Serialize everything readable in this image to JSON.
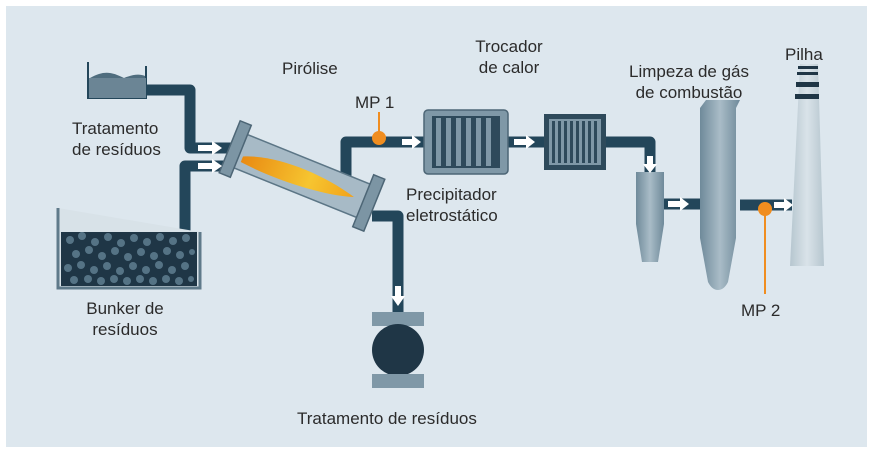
{
  "labels": {
    "feed_treatment": [
      "Tratamento",
      "de resíduos"
    ],
    "pyrolysis": "Pirólise",
    "heat_exchanger": [
      "Trocador",
      "de calor"
    ],
    "gas_cleaning": [
      "Limpeza de gás",
      "de combustão"
    ],
    "stack": "Pilha",
    "mp1": "MP 1",
    "esp": [
      "Precipitador",
      "eletrostático"
    ],
    "bunker": [
      "Bunker de",
      "resíduos"
    ],
    "residue_treatment": "Tratamento de resíduos",
    "mp2": "MP 2"
  },
  "colors": {
    "background": "#dde7ee",
    "equipment": "#7f98a7",
    "equipment_dark": "#2e4a5b",
    "pipe": "#23465a",
    "arrow": "#ffffff",
    "measure_point": "#f08d1f",
    "flame": "#f2a21a"
  }
}
